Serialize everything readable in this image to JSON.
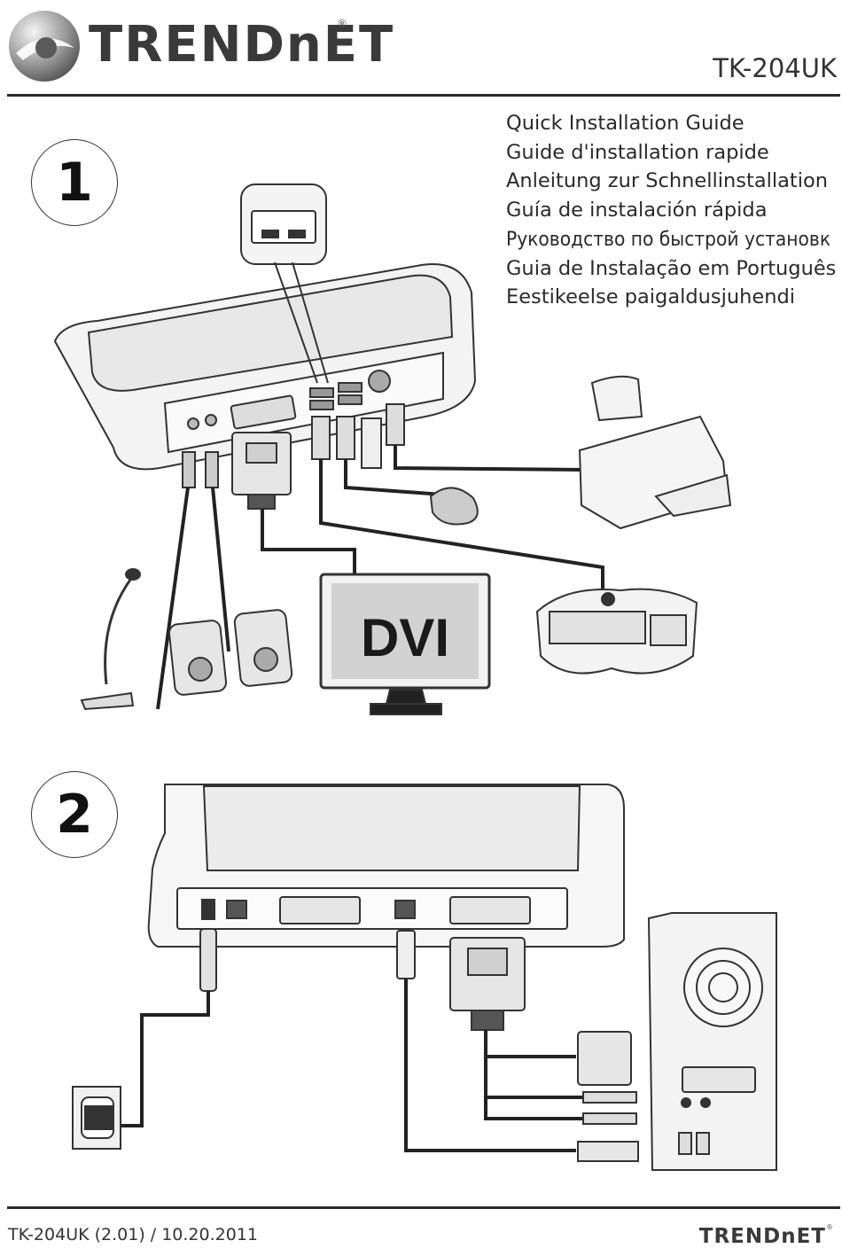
{
  "header": {
    "brand": "TRENDnET",
    "registered": "®",
    "model": "TK-204UK"
  },
  "titles": [
    "Quick Installation Guide",
    "Guide d'installation rapide",
    "Anleitung zur Schnellinstallation",
    "Guía de instalación rápida",
    "Руководство по быстрой установк",
    "Guia de Instalação em Português",
    "Eestikeelse paigaldusjuhendi"
  ],
  "steps": {
    "step1": "1",
    "step2": "2"
  },
  "monitor_label": "DVI",
  "footer": {
    "version": "TK-204UK (2.01) / 10.20.2011",
    "brand": "TRENDnET",
    "registered": "®"
  }
}
